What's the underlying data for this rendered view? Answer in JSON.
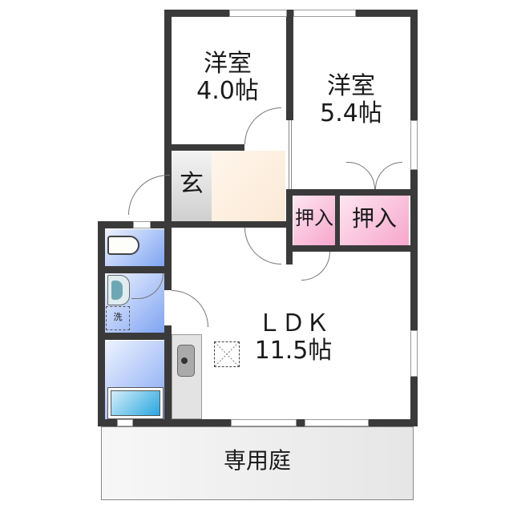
{
  "floorplan": {
    "rooms": {
      "western_room_1": {
        "name": "洋室",
        "size": "4.0帖"
      },
      "western_room_2": {
        "name": "洋室",
        "size": "5.4帖"
      },
      "entrance": {
        "name": "玄"
      },
      "closet_small": {
        "name": "押入"
      },
      "closet_large": {
        "name": "押入"
      },
      "ldk": {
        "name": "ＬＤＫ",
        "size": "11.5帖"
      },
      "washer": {
        "name": "洗"
      },
      "private_garden": {
        "name": "専用庭"
      }
    },
    "colors": {
      "wall": "#3a3a3a",
      "closet": "#f7a6cc",
      "wet_area": "#7fa4f2",
      "entrance_floor": "#fdf0e2",
      "genkan": "#d8d8d8",
      "garden": "#ececec",
      "kitchen_counter": "#e3e3e3"
    }
  }
}
